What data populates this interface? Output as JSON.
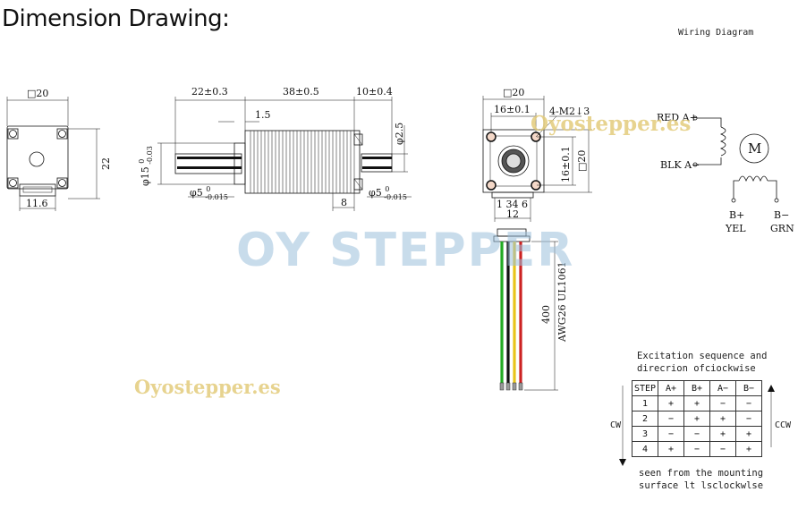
{
  "header": {
    "title": "Dimension Drawing:",
    "wiring_title": "Wiring Diagram"
  },
  "watermarks": {
    "logo": "OY STEPPER",
    "site_top": "Oyostepper.es",
    "site_left": "Oyostepper.es"
  },
  "front_view": {
    "width": "□20",
    "height": "22",
    "connector": "11.6"
  },
  "side_view": {
    "len_front": "22±0.3",
    "len_body": "38±0.5",
    "len_rear": "10±0.4",
    "step": "1.5",
    "boss_dia": "φ15 0/-0.03",
    "shaft_front": "φ5 0/-0.015",
    "shaft_rear": "φ5 0/-0.015",
    "rear_len": "8",
    "rear_dia": "φ2.5"
  },
  "rear_view": {
    "width": "□20",
    "hole_spacing": "16±0.1",
    "holes": "4-M2↓3",
    "hole_spacing_v": "16±0.1",
    "height": "□20",
    "pins": "1 34 6",
    "conn_width": "12"
  },
  "leads": {
    "length": "400",
    "cable_spec": "AWG26 UL1061",
    "colors": [
      "#22aa22",
      "#111111",
      "#e8c41a",
      "#cc2222"
    ]
  },
  "wiring": {
    "red": "RED A+",
    "blk": "BLK A−",
    "motor": "M",
    "yel_top": "B+",
    "yel_bot": "YEL",
    "grn_top": "B−",
    "grn_bot": "GRN"
  },
  "sequence": {
    "title_line1": "Excitation sequence and",
    "title_line2": "direcrion ofciockwise",
    "headers": [
      "STEP",
      "A+",
      "B+",
      "A−",
      "B−"
    ],
    "rows": [
      [
        "1",
        "+",
        "+",
        "−",
        "−"
      ],
      [
        "2",
        "−",
        "+",
        "+",
        "−"
      ],
      [
        "3",
        "−",
        "−",
        "+",
        "+"
      ],
      [
        "4",
        "+",
        "−",
        "−",
        "+"
      ]
    ],
    "cw": "CW",
    "ccw": "CCW",
    "footer_line1": "seen from the mounting",
    "footer_line2": "surface lt lsclockwlse"
  }
}
